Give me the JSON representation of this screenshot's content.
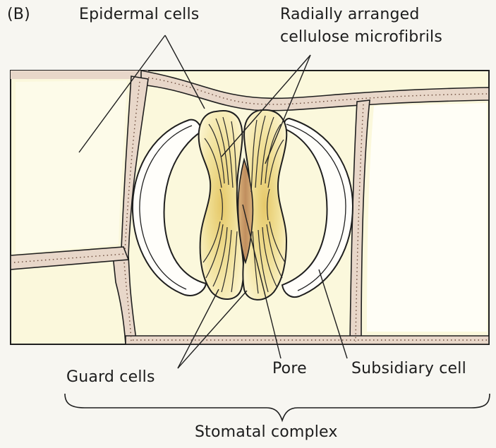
{
  "figure": {
    "panel_letter": "(B)"
  },
  "labels": {
    "epidermal_cells": "Epidermal cells",
    "microfibrils_line1": "Radially arranged",
    "microfibrils_line2": "cellulose microfibrils",
    "guard_cells": "Guard cells",
    "pore": "Pore",
    "subsidiary_cell": "Subsidiary cell",
    "stomatal_complex": "Stomatal complex"
  },
  "colors": {
    "cell_fill": "#fbf8dc",
    "cell_wall": "#e7d6c8",
    "guard_cell_fill": "#f3e7a6",
    "guard_cell_center": "#e7cf74",
    "pore": "#c99a6a",
    "outline": "#1f1f1f"
  }
}
